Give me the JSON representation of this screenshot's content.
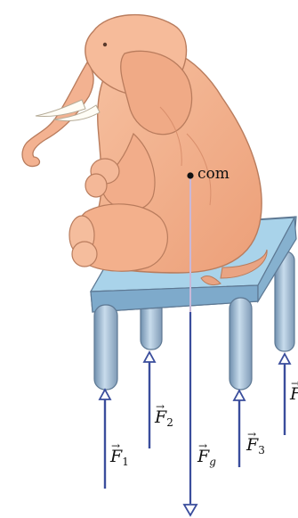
{
  "diagram": {
    "com_label": "com",
    "forces": [
      {
        "symbol": "F",
        "subscript": "1",
        "arrow": "→"
      },
      {
        "symbol": "F",
        "subscript": "2",
        "arrow": "→"
      },
      {
        "symbol": "F",
        "subscript": "g",
        "arrow": "→"
      },
      {
        "symbol": "F",
        "subscript": "3",
        "arrow": "→"
      },
      {
        "symbol": "F",
        "subscript": "",
        "arrow": "→"
      }
    ],
    "colors": {
      "elephant": "#f4b08a",
      "elephant_shade": "#d98f6c",
      "stool_top": "#9fcde6",
      "leg": "#9db7cf",
      "force_arrow": "#3a4d9c",
      "gravity_line": "#c9b8d8"
    }
  }
}
